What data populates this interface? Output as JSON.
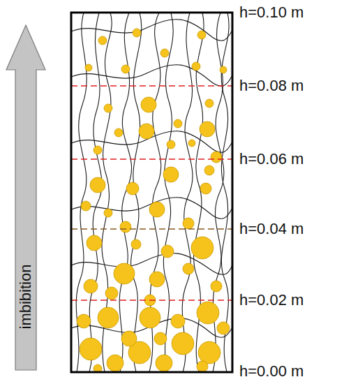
{
  "diagram": {
    "nodes": [
      {
        "text": [
          "imbibition"
        ]
      }
    ],
    "labels": [
      "h=0.10 m",
      "h=0.08 m",
      "h=0.06 m",
      "h=0.04 m",
      "h=0.02 m",
      "h=0.00 m"
    ]
  }
}
